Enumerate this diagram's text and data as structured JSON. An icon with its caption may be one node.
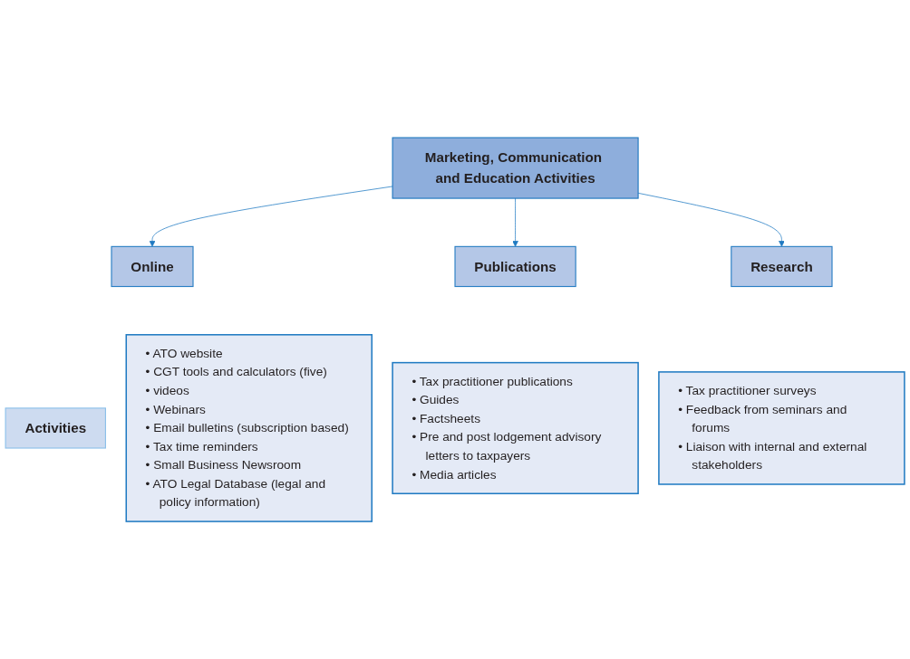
{
  "diagram": {
    "nodes": [
      {
        "text": [
          "Marketing, Communication and Education Activities"
        ]
      },
      {
        "text": [
          "Online"
        ]
      },
      {
        "text": [
          "Publications"
        ]
      },
      {
        "text": [
          "Research"
        ]
      },
      {
        "text": [
          "Activities"
        ]
      },
      {
        "text": [
          "• ATO website",
          "• CGT tools and calculators (five)",
          "• videos",
          "• Webinars",
          "• Email bulletins (subscription based)",
          "• Tax time reminders",
          "• Small Business Newsroom",
          "• ATO Legal Database (legal and policy information)"
        ]
      },
      {
        "text": [
          "• Tax practitioner publications",
          "• Guides",
          "• Factsheets",
          "• Pre and post lodgement advisory letters to taxpayers",
          "• Media articles"
        ]
      },
      {
        "text": [
          "• Tax practitioner surveys",
          "• Feedback from seminars and forums",
          "• Liaison with internal and external stakeholders"
        ]
      }
    ],
    "edges": [
      {
        "from": 0,
        "to": 1,
        "arrow": "to"
      },
      {
        "from": 0,
        "to": 2,
        "arrow": "to"
      },
      {
        "from": 0,
        "to": 3,
        "arrow": "to"
      }
    ]
  }
}
